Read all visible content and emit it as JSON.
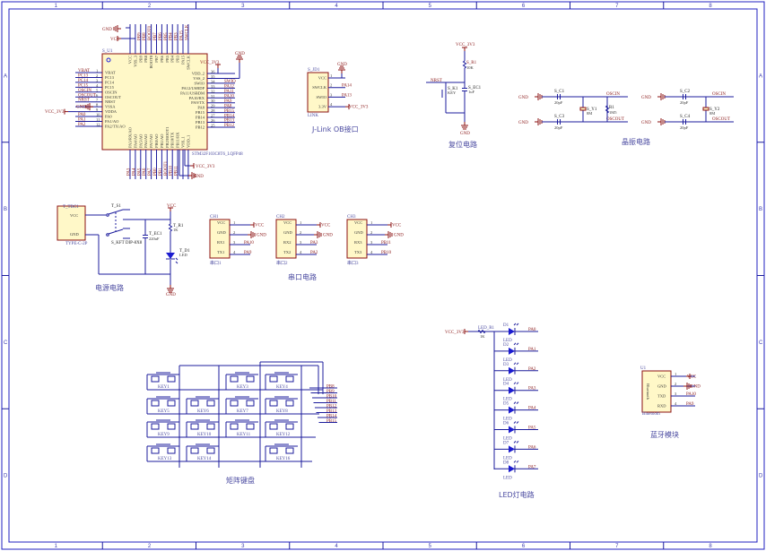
{
  "frame": {
    "cols": [
      "1",
      "2",
      "3",
      "4",
      "5",
      "6",
      "7",
      "8"
    ],
    "rows": [
      "A",
      "B",
      "C",
      "D"
    ]
  },
  "mcu": {
    "ref": "S_U1",
    "part": "STM32F103C8T6_LQFP48",
    "left_pins": [
      [
        "1",
        "VBAT",
        "VBAT"
      ],
      [
        "2",
        "PC13",
        "PC13"
      ],
      [
        "3",
        "PC14",
        "PC14"
      ],
      [
        "4",
        "PC15",
        "PC15"
      ],
      [
        "5",
        "OSCIN",
        "OSCIN"
      ],
      [
        "6",
        "OSCOUT",
        "OSCOUT"
      ],
      [
        "7",
        "NRST",
        "NRST"
      ],
      [
        "8",
        "VSSA",
        "GND"
      ],
      [
        "9",
        "VDDA",
        "VCC_3V3"
      ],
      [
        "10",
        "PA0",
        "PA0"
      ],
      [
        "11",
        "PA1/AO",
        "PA1"
      ],
      [
        "12",
        "PA2/TX/AO",
        "PA2"
      ]
    ],
    "right_pins": [
      [
        "36",
        "VDD_2",
        "VCC_3V3"
      ],
      [
        "35",
        "VSS_2",
        "GND"
      ],
      [
        "34",
        "SWIO",
        "SWIO"
      ],
      [
        "33",
        "PA12/USBDP",
        "PA12"
      ],
      [
        "32",
        "PA11/USBDM",
        "PA11"
      ],
      [
        "31",
        "PA10/RX",
        "PA10"
      ],
      [
        "30",
        "PA9/TX",
        "PA9"
      ],
      [
        "29",
        "PA8",
        "PA8"
      ],
      [
        "28",
        "PB15",
        "PB15"
      ],
      [
        "27",
        "PB14",
        "PB14"
      ],
      [
        "26",
        "PB13",
        "PB13"
      ],
      [
        "25",
        "PB12",
        "PB12"
      ]
    ],
    "top_pins": [
      "VCC",
      "VSS_3",
      "PB9",
      "PB8",
      "BOOT0",
      "PB7",
      "PB6",
      "PB5",
      "PB4",
      "PB3",
      "PA15",
      "SWCLK"
    ],
    "top_nets": [
      "",
      "",
      "PB9",
      "PB8",
      "BOOT0",
      "PB7",
      "PB6",
      "PB5",
      "PB4",
      "PB3",
      "PA15",
      "SWCLK"
    ],
    "bottom_pins": [
      "PA3/RX/AO",
      "PA4/AO",
      "PA5/AO",
      "PA6/AO",
      "PA7/AO",
      "PB0/AO",
      "PB1/AO",
      "PB2/BOOT1",
      "PB10/TX",
      "PB11/RX",
      "VSS_1",
      "VDD_1"
    ],
    "bottom_nets": [
      "PA3",
      "PA4",
      "PA5",
      "PA6",
      "PA7",
      "PB0",
      "PB1",
      "BOOT1",
      "PB10",
      "PB11",
      "",
      ""
    ],
    "gnd": "GND",
    "vcc": "VCC",
    "vcc3": "VCC_3V3"
  },
  "jlink": {
    "ref": "S_JD1",
    "part": "LINK",
    "title": "J-Link OB接口",
    "pins": [
      [
        "1",
        "VCC",
        ""
      ],
      [
        "2",
        "SWCLK",
        "PA14"
      ],
      [
        "3",
        "SWIO",
        "PA13"
      ],
      [
        "4",
        "3.3V",
        "VCC_3V3"
      ]
    ],
    "gnd": "GND"
  },
  "reset": {
    "title": "复位电路",
    "vcc": "VCC_3V3",
    "r_ref": "S_R1",
    "r_val": "10K",
    "nrst": "NRST",
    "c_ref": "S_EC1",
    "c_val": "1uF",
    "k_ref": "S_K1",
    "k_val": "KEY",
    "gnd": "GND"
  },
  "crystal": {
    "title": "晶振电路",
    "left": {
      "c1": "S_C1",
      "c2": "S_C3",
      "cval": "20pF",
      "y": "S_Y1",
      "yval": "8M",
      "r": "R1",
      "rval": "1M5",
      "in": "OSCIN",
      "out": "OSCOUT"
    },
    "right": {
      "c1": "S_C2",
      "c2": "S_C4",
      "cval": "20pF",
      "y": "S_Y2",
      "yval": "8M",
      "in": "OSCIN",
      "out": "OSCOUT"
    },
    "gnd": "GND"
  },
  "power": {
    "title": "电源电路",
    "conn_ref": "T_TBC1",
    "conn_part": "TYPE-C-2P",
    "vcc_pin": "VCC",
    "gnd_pin": "GND",
    "sw_ref": "T_S1",
    "sw_part": "S_KFT DIP-8X8",
    "vcc": "VCC",
    "r_ref": "T_R1",
    "r_val": "1K",
    "c_ref": "T_EC1",
    "c_val": "220uF",
    "d_ref": "T_D1",
    "d_val": "LED",
    "gnd": "GND"
  },
  "serial": {
    "title": "串口电路",
    "ports": [
      {
        "ref": "CH1",
        "name": "串口1",
        "pins": [
          "VCC",
          "GND",
          "RX1",
          "TX1"
        ],
        "nets": [
          "VCC",
          "GND",
          "PA10",
          "PA9"
        ]
      },
      {
        "ref": "CH2",
        "name": "串口2",
        "pins": [
          "VCC",
          "GND",
          "RX2",
          "TX2"
        ],
        "nets": [
          "VCC",
          "GND",
          "PA3",
          "PA2"
        ]
      },
      {
        "ref": "CH3",
        "name": "串口3",
        "pins": [
          "VCC",
          "GND",
          "RX3",
          "TX3"
        ],
        "nets": [
          "VCC",
          "GND",
          "PB11",
          "PB10"
        ]
      }
    ]
  },
  "keypad": {
    "title": "矩阵键盘",
    "keys": [
      [
        "KEY1",
        "",
        "KEY3",
        "KEY4"
      ],
      [
        "KEY5",
        "KEY6",
        "KEY7",
        "KEY8"
      ],
      [
        "KEY9",
        "KEY10",
        "KEY11",
        "KEY12"
      ],
      [
        "KEY13",
        "KEY14",
        "",
        "KEY16"
      ]
    ],
    "nets": [
      "PB8",
      "PB9",
      "PB10",
      "PB11",
      "PB12",
      "PB13",
      "PB14",
      "PB15"
    ]
  },
  "leds": {
    "title": "LED灯电路",
    "vcc": "VCC_3V3",
    "r_ref": "LED_R1",
    "r_val": "1K",
    "refs": [
      "D1",
      "D2",
      "D3",
      "D4",
      "D5",
      "D6",
      "D7",
      "D8"
    ],
    "val": "LED",
    "nets": [
      "PA0",
      "PA1",
      "PA2",
      "PA3",
      "PA4",
      "PA5",
      "PA6",
      "PA7"
    ]
  },
  "bluetooth": {
    "title": "蓝牙模块",
    "ref": "U1",
    "part": "Bluetooth",
    "inner": "Bluetooth",
    "pins": [
      "VCC",
      "GND",
      "TXD",
      "RXD"
    ],
    "nets": [
      "VCC",
      "GND",
      "PA10",
      "PA9"
    ]
  }
}
